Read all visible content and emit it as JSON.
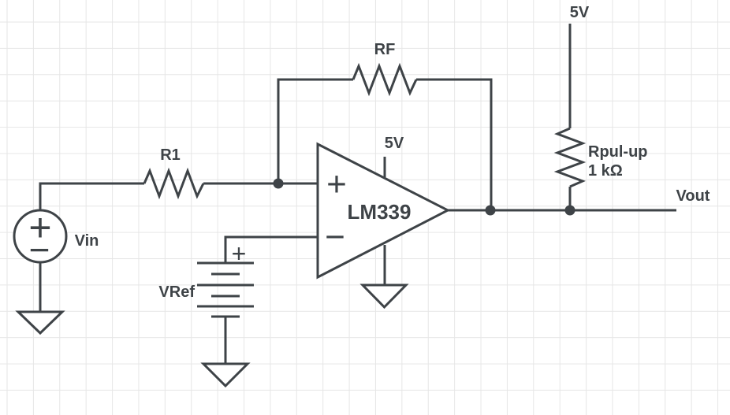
{
  "palette": {
    "stroke": "#3e4347",
    "label_color": "#3e4347",
    "grid_line": "#e6e6e6",
    "background": "#ffffff"
  },
  "schematic": {
    "vin": {
      "label": "Vin",
      "plus": "+",
      "minus": "−"
    },
    "r1": {
      "label": "R1"
    },
    "rf": {
      "label": "RF"
    },
    "comparator": {
      "part_number": "LM339",
      "supply": "5V",
      "noninverting": "+",
      "inverting": "−"
    },
    "vref": {
      "label": "VRef",
      "plus": "+"
    },
    "pullup": {
      "supply": "5V",
      "name": "Rpul-up",
      "value": "1 kΩ"
    },
    "vout": {
      "label": "Vout"
    }
  }
}
